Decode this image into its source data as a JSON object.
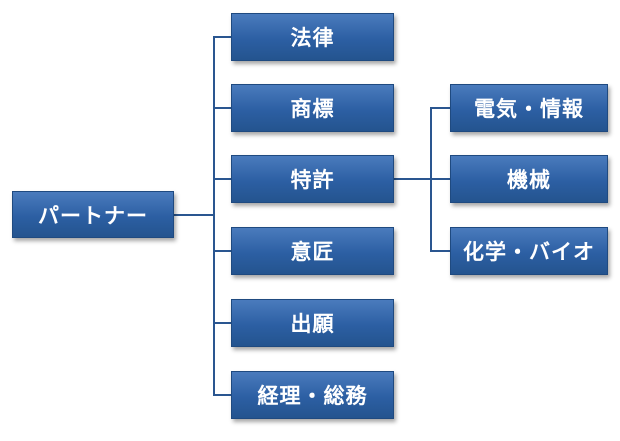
{
  "root": {
    "label": "パートナー"
  },
  "branches": [
    {
      "label": "法律"
    },
    {
      "label": "商標"
    },
    {
      "label": "特許"
    },
    {
      "label": "意匠"
    },
    {
      "label": "出願"
    },
    {
      "label": "経理・総務"
    }
  ],
  "patent_sub": [
    {
      "label": "電気・情報"
    },
    {
      "label": "機械"
    },
    {
      "label": "化学・バイオ"
    }
  ],
  "colors": {
    "node_fill": "#2c5fa3",
    "node_border": "#1f4a80",
    "connector": "#2a5690",
    "text": "#ffffff"
  }
}
